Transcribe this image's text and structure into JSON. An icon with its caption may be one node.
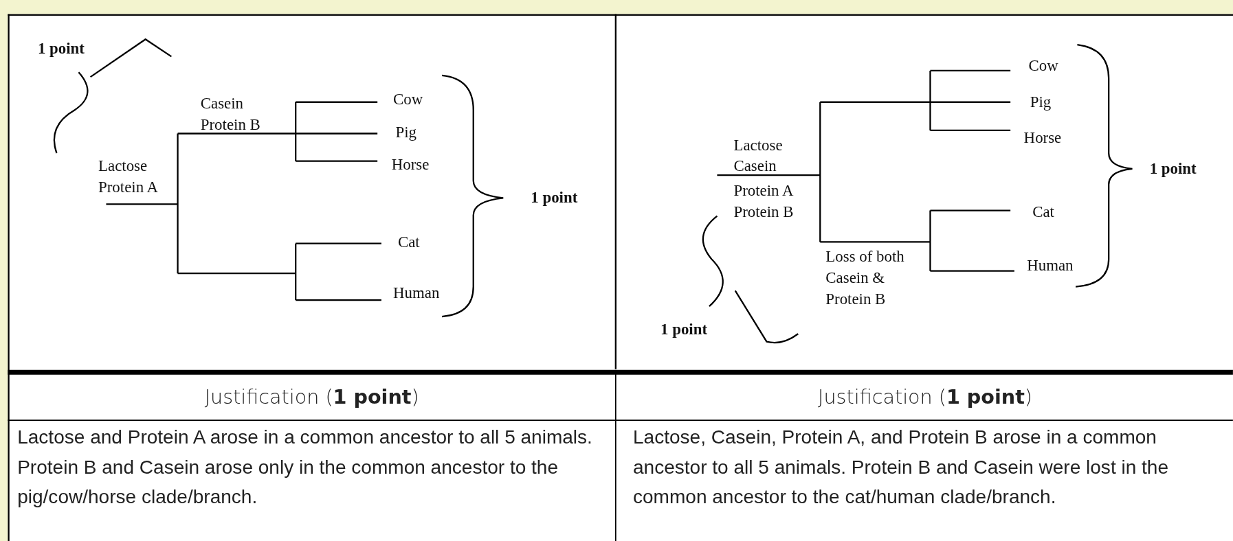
{
  "diagram": {
    "labels": [
      "1 point",
      "Casein Protein B",
      "Cow",
      "Pig",
      "Horse",
      "Lactose Protein A",
      "1 point",
      "Cat",
      "Human",
      "Cow",
      "Pig",
      "Horse",
      "Lactose Casein",
      "1 point",
      "Protein A Protein B",
      "Cat",
      "Human",
      "Loss of both Casein & Protein B",
      "1 point",
      "Justification (**1 point**)",
      "Justification (**1 point**)",
      "Lactose and Protein A arose in a common ancestor to all 5 animals. Protein B and Casein arose only in the common ancestor to the pig/cow/horse clade/branch.",
      "Lactose, Casein, Protein A, and Protein B arose in a common ancestor to all 5 animals. Protein B and Casein were lost in the common ancestor to the cat/human clade/branch."
    ]
  }
}
